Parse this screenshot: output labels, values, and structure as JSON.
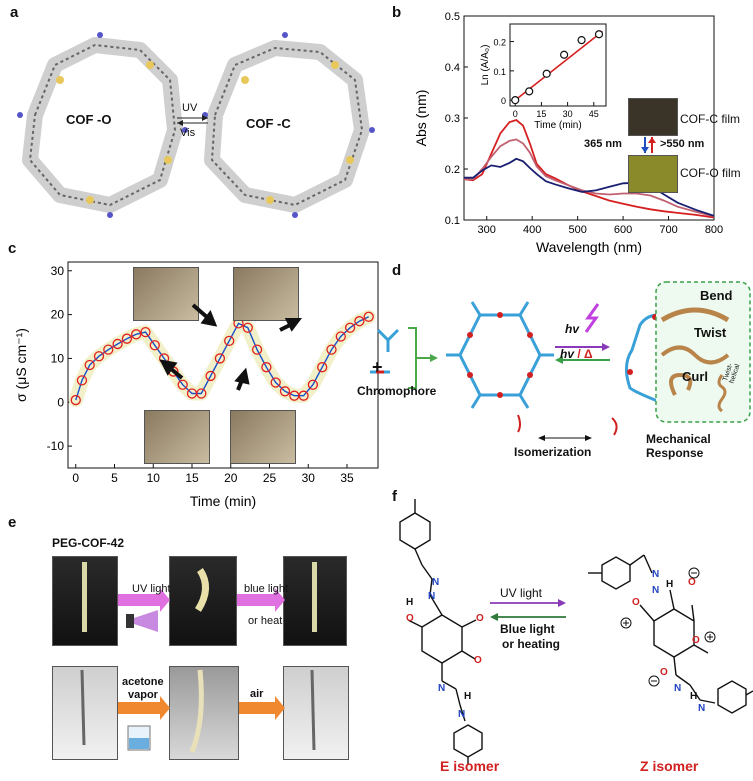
{
  "panels": {
    "a": "a",
    "b": "b",
    "c": "c",
    "d": "d",
    "e": "e",
    "f": "f"
  },
  "panel_a": {
    "left_label": "COF -O",
    "right_label": "COF -C",
    "arrow_top": "UV",
    "arrow_bottom": "Vis"
  },
  "panel_b": {
    "film_c_label": "COF-C film",
    "film_o_label": "COF-O film",
    "uv_nm": "365 nm",
    "vis_nm": ">550 nm",
    "film_c_color": "#3a3428",
    "film_o_color": "#8a8a2a"
  },
  "panel_d": {
    "plus": "+",
    "chromophore": "Chromophore",
    "hv": "hv",
    "hv_delta_hv": "hv",
    "hv_delta_sym": "/ Δ",
    "isomerization": "Isomerization",
    "bend": "Bend",
    "twist": "Twist",
    "curl": "Curl",
    "twist_helical": "Twist-helical",
    "mechanical_response": "Mechanical Response"
  },
  "panel_e": {
    "title": "PEG-COF-42",
    "uv_light": "UV light",
    "blue_light_1": "blue light",
    "blue_light_2": "or heat",
    "acetone_1": "acetone",
    "acetone_2": "vapor",
    "air": "air"
  },
  "panel_f": {
    "uv_light": "UV light",
    "blue_1": "Blue light",
    "blue_2": "or heating",
    "e_isomer": "E isomer",
    "z_isomer": "Z isomer",
    "atom_N": "N",
    "atom_H": "H",
    "atom_O": "O"
  },
  "chart_data": [
    {
      "id": "b-main",
      "type": "line",
      "xlabel": "Wavelength (nm)",
      "ylabel": "Abs (nm)",
      "xlim": [
        250,
        800
      ],
      "ylim": [
        0.1,
        0.5
      ],
      "xticks": [
        300,
        400,
        500,
        600,
        700,
        800
      ],
      "yticks": [
        0.1,
        0.2,
        0.3,
        0.4,
        0.5
      ],
      "series": [
        {
          "color": "#d62020",
          "x": [
            250,
            270,
            290,
            310,
            330,
            350,
            365,
            380,
            395,
            410,
            430,
            450,
            480,
            510,
            540,
            570,
            600,
            630,
            660,
            690,
            720,
            760,
            800
          ],
          "y": [
            0.18,
            0.178,
            0.19,
            0.23,
            0.27,
            0.292,
            0.296,
            0.285,
            0.25,
            0.21,
            0.19,
            0.182,
            0.168,
            0.156,
            0.147,
            0.138,
            0.132,
            0.126,
            0.121,
            0.117,
            0.114,
            0.11,
            0.105
          ]
        },
        {
          "color": "#c06070",
          "x": [
            250,
            270,
            290,
            310,
            330,
            350,
            365,
            380,
            395,
            410,
            430,
            450,
            480,
            510,
            540,
            570,
            600,
            630,
            660,
            690,
            720,
            760,
            800
          ],
          "y": [
            0.18,
            0.18,
            0.2,
            0.224,
            0.245,
            0.255,
            0.258,
            0.25,
            0.232,
            0.205,
            0.186,
            0.178,
            0.168,
            0.158,
            0.152,
            0.15,
            0.152,
            0.152,
            0.148,
            0.138,
            0.126,
            0.116,
            0.107
          ]
        },
        {
          "color": "#1a2070",
          "x": [
            250,
            270,
            290,
            310,
            330,
            350,
            365,
            380,
            395,
            410,
            430,
            450,
            480,
            510,
            540,
            570,
            600,
            630,
            660,
            690,
            720,
            760,
            800
          ],
          "y": [
            0.183,
            0.183,
            0.197,
            0.207,
            0.204,
            0.212,
            0.22,
            0.215,
            0.202,
            0.19,
            0.176,
            0.17,
            0.162,
            0.155,
            0.158,
            0.165,
            0.172,
            0.173,
            0.167,
            0.15,
            0.134,
            0.12,
            0.108
          ]
        }
      ]
    },
    {
      "id": "b-inset",
      "type": "scatter",
      "xlabel": "Time (min)",
      "ylabel": "Ln (A/A₀)",
      "xlim": [
        -3,
        52
      ],
      "ylim": [
        -0.02,
        0.26
      ],
      "xticks": [
        0,
        15,
        30,
        45
      ],
      "yticks": [
        0.0,
        0.1,
        0.2
      ],
      "x": [
        0,
        8,
        18,
        28,
        38,
        48
      ],
      "y": [
        0.0,
        0.03,
        0.09,
        0.155,
        0.205,
        0.225
      ],
      "fit": [
        [
          0,
          0.0
        ],
        [
          50,
          0.235
        ]
      ]
    },
    {
      "id": "c",
      "type": "line",
      "xlabel": "Time (min)",
      "ylabel": "σ (μS cm⁻¹)",
      "xlim": [
        -1,
        39
      ],
      "ylim": [
        -15,
        32
      ],
      "xticks": [
        0,
        5,
        10,
        15,
        20,
        25,
        30,
        35
      ],
      "yticks": [
        -10,
        0,
        10,
        20,
        30
      ],
      "x": [
        0,
        0.8,
        1.8,
        3,
        4.2,
        5.4,
        6.6,
        7.8,
        9,
        10.2,
        11.4,
        12.6,
        13.8,
        15,
        16.2,
        17.4,
        18.6,
        19.8,
        21,
        22.2,
        23.4,
        24.6,
        25.8,
        27,
        28.2,
        29.4,
        30.6,
        31.8,
        33,
        34.2,
        35.4,
        36.6,
        37.8
      ],
      "y": [
        0.5,
        5,
        8.5,
        10.5,
        12,
        13.3,
        14.5,
        15.5,
        16,
        13,
        10,
        7,
        4,
        2,
        2,
        6,
        10,
        14,
        18,
        17,
        12,
        8,
        4.5,
        2.5,
        1.5,
        1.5,
        4,
        8,
        12,
        15,
        17,
        18.5,
        19.5
      ]
    }
  ]
}
